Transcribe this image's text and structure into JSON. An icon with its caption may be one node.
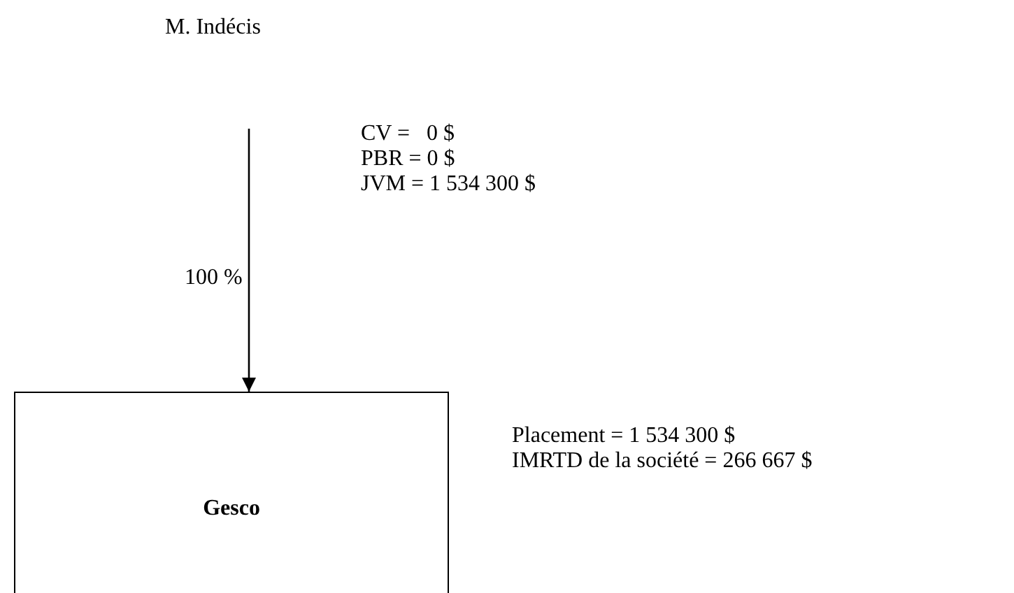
{
  "diagram": {
    "nodes": [
      {
        "text": [
          "M. Indécis"
        ]
      },
      {
        "text": [
          "Gesco"
        ],
        "beside": [
          "Placement = 1 534 300 $",
          "IMRTD de la société = 266 667 $"
        ]
      }
    ],
    "edges": [
      {
        "from": 0,
        "to": 1,
        "arrow": "to",
        "label": "100 %"
      }
    ],
    "labels": [
      "CV =   0 $",
      "PBR = 0 $",
      "JVM = 1 534 300 $"
    ]
  }
}
